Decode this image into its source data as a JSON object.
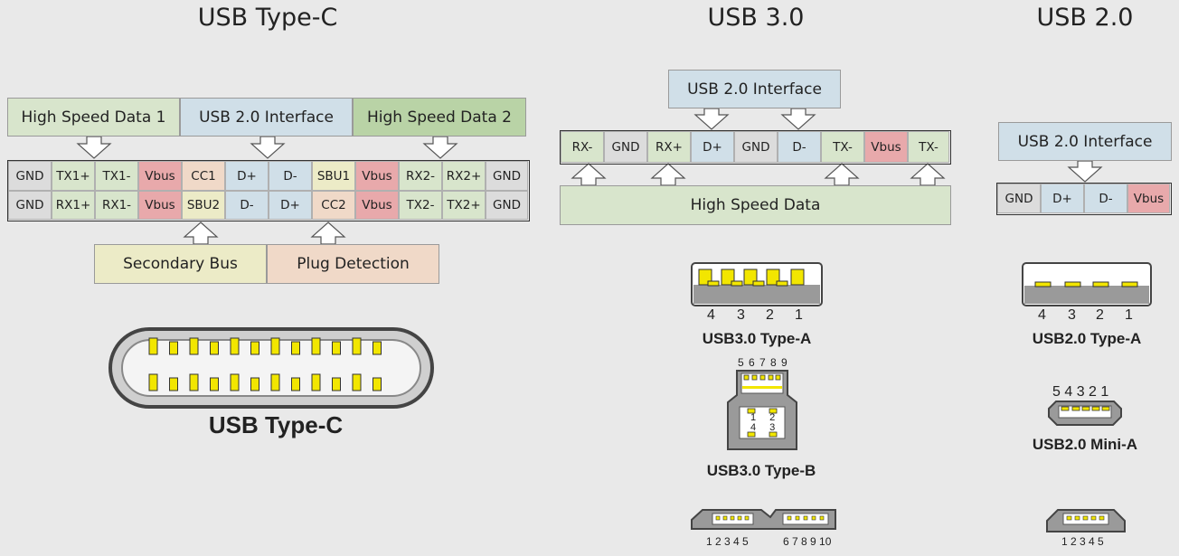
{
  "sections": {
    "typec": {
      "title": "USB Type-C"
    },
    "usb3": {
      "title": "USB 3.0"
    },
    "usb2": {
      "title": "USB 2.0"
    }
  },
  "typec": {
    "top_labels": [
      "High Speed Data 1",
      "USB 2.0 Interface",
      "High Speed Data 2"
    ],
    "row1": [
      "GND",
      "TX1+",
      "TX1-",
      "Vbus",
      "CC1",
      "D+",
      "D-",
      "SBU1",
      "Vbus",
      "RX2-",
      "RX2+",
      "GND"
    ],
    "row2": [
      "GND",
      "RX1+",
      "RX1-",
      "Vbus",
      "SBU2",
      "D-",
      "D+",
      "CC2",
      "Vbus",
      "TX2-",
      "TX2+",
      "GND"
    ],
    "bottom_labels": [
      "Secondary Bus",
      "Plug Detection"
    ],
    "connector_label": "USB Type-C"
  },
  "usb3": {
    "top_label": "USB 2.0 Interface",
    "pins": [
      "RX-",
      "GND",
      "RX+",
      "D+",
      "GND",
      "D-",
      "TX-",
      "Vbus",
      "TX-"
    ],
    "bottom_label": "High Speed Data",
    "typea": {
      "label": "USB3.0 Type-A",
      "numbers": [
        "4",
        "3",
        "2",
        "1"
      ]
    },
    "typeb": {
      "label": "USB3.0 Type-B",
      "top_numbers": "5 6 7 8 9",
      "inner_top": "1 2",
      "inner_bottom": "4 3"
    },
    "micro": {
      "left_numbers": "1 2 3 4 5",
      "right_numbers": "6 7 8 9 10"
    }
  },
  "usb2": {
    "top_label": "USB 2.0 Interface",
    "pins": [
      "GND",
      "D+",
      "D-",
      "Vbus"
    ],
    "typea": {
      "label": "USB2.0 Type-A",
      "numbers": [
        "4",
        "3",
        "2",
        "1"
      ]
    },
    "mini": {
      "label": "USB2.0 Mini-A",
      "numbers": "5 4 3 2 1"
    },
    "micro": {
      "numbers": "1 2 3 4 5"
    }
  },
  "colors": {
    "gnd": "#dcdcdc",
    "green": "#d8e5cc",
    "vbus": "#e8a9ab",
    "peach": "#f0d9c8",
    "blue": "#d0dfe8",
    "yellow": "#ecebc7",
    "contact": "#f2e600"
  }
}
